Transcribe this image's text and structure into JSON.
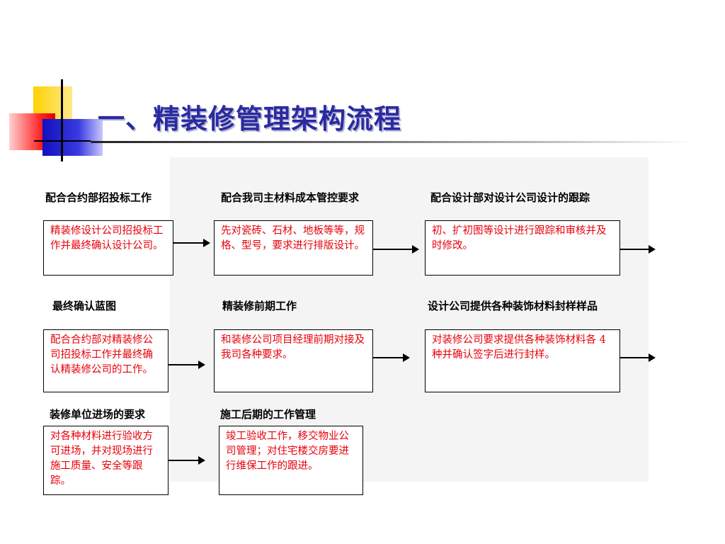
{
  "title": "一、精装修管理架构流程",
  "colors": {
    "title": "#2a2aa0",
    "box_text": "#e8000a",
    "heading": "#000000"
  },
  "steps": [
    {
      "heading": "配合合约部招投标工作",
      "text": "精装修设计公司招投标工作并最终确认设计公司。"
    },
    {
      "heading": "配合我司主材料成本管控要求",
      "text": "先对瓷砖、石材、地板等等，规格、型号，要求进行排版设计。"
    },
    {
      "heading": "配合设计部对设计公司设计的跟踪",
      "text": "初、扩初图等设计进行跟踪和审核并及时修改。"
    },
    {
      "heading": "最终确认蓝图",
      "text": "配合合约部对精装修公司招投标工作并最终确认精装修公司的工作。"
    },
    {
      "heading": "精装修前期工作",
      "text": "和装修公司项目经理前期对接及我司各种要求。"
    },
    {
      "heading": "设计公司提供各种装饰材料封样样品",
      "text": "对装修公司要求提供各种装饰材料各 4 种并确认签字后进行封样。"
    },
    {
      "heading": "装修单位进场的要求",
      "text": "对各种材料进行验收方可进场，并对现场进行施工质量、安全等跟踪。"
    },
    {
      "heading": "施工后期的工作管理",
      "text": "竣工验收工作，移交物业公司管理；对住宅楼交房要进行维保工作的跟进。"
    }
  ]
}
